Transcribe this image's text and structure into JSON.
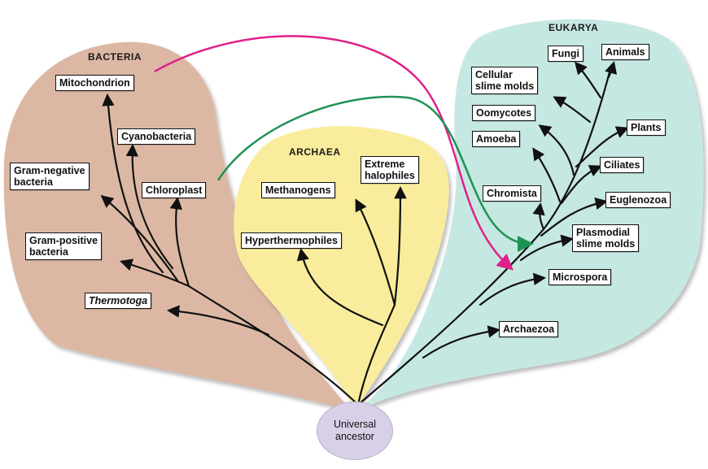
{
  "domains": {
    "bacteria": "BACTERIA",
    "archaea": "ARCHAEA",
    "eukarya": "EUKARYA"
  },
  "root": "Universal\nancestor",
  "bacteria": {
    "mitochondrion": "Mitochondrion",
    "cyanobacteria": "Cyanobacteria",
    "gram_negative": "Gram-negative\nbacteria",
    "chloroplast": "Chloroplast",
    "gram_positive": "Gram-positive\nbacteria",
    "thermotoga": "Thermotoga"
  },
  "archaea": {
    "methanogens": "Methanogens",
    "extreme_halophiles": "Extreme\nhalophiles",
    "hyperthermophiles": "Hyperthermophiles"
  },
  "eukarya": {
    "fungi": "Fungi",
    "animals": "Animals",
    "cellular_slime_molds": "Cellular\nslime molds",
    "oomycotes": "Oomycotes",
    "plants": "Plants",
    "amoeba": "Amoeba",
    "ciliates": "Ciliates",
    "chromista": "Chromista",
    "euglenozoa": "Euglenozoa",
    "plasmodial_slime_molds": "Plasmodial\nslime molds",
    "microspora": "Microspora",
    "archaezoa": "Archaezoa"
  },
  "colors": {
    "bacteria_region": "#dcb8a4",
    "archaea_region": "#f9ec9c",
    "eukarya_region": "#c6e8e2",
    "root_fill": "#d8d0e6",
    "mitochondrion_arrow": "#e0208a",
    "chloroplast_arrow": "#1f9256",
    "branch": "#111111"
  }
}
